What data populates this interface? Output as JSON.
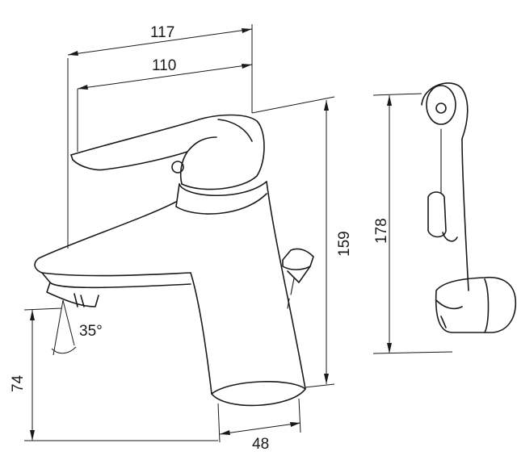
{
  "dimensions": {
    "overall_width": "117",
    "spout_reach": "110",
    "faucet_height": "159",
    "spout_height": "74",
    "base_width": "48",
    "spout_angle": "35°",
    "spray_height": "178"
  }
}
